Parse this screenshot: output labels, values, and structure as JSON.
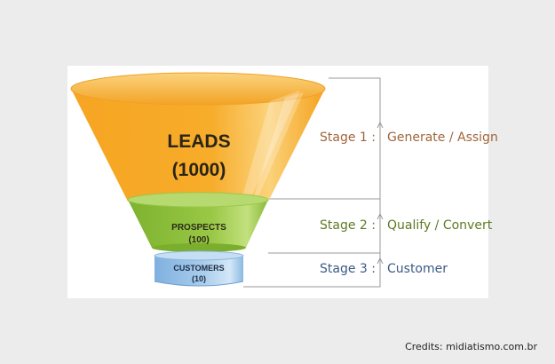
{
  "funnel": {
    "stages": [
      {
        "id": "leads",
        "name": "LEADS",
        "count": "(1000)",
        "stage_label": "Stage 1 :",
        "description": "Generate / Assign",
        "color": "#f5a11e"
      },
      {
        "id": "prospects",
        "name": "PROSPECTS",
        "count": "(100)",
        "stage_label": "Stage 2 :",
        "description": "Qualify / Convert",
        "color": "#8fc23c"
      },
      {
        "id": "customers",
        "name": "CUSTOMERS",
        "count": "(10)",
        "stage_label": "Stage 3 :",
        "description": "Customer",
        "color": "#9cc4e6"
      }
    ]
  },
  "credits": "Credits: midiatismo.com.br",
  "colors": {
    "stage1_text": "#a0653a",
    "stage2_text": "#5e7a22",
    "stage3_text": "#3b5a85",
    "bracket": "#9a9a9a"
  }
}
